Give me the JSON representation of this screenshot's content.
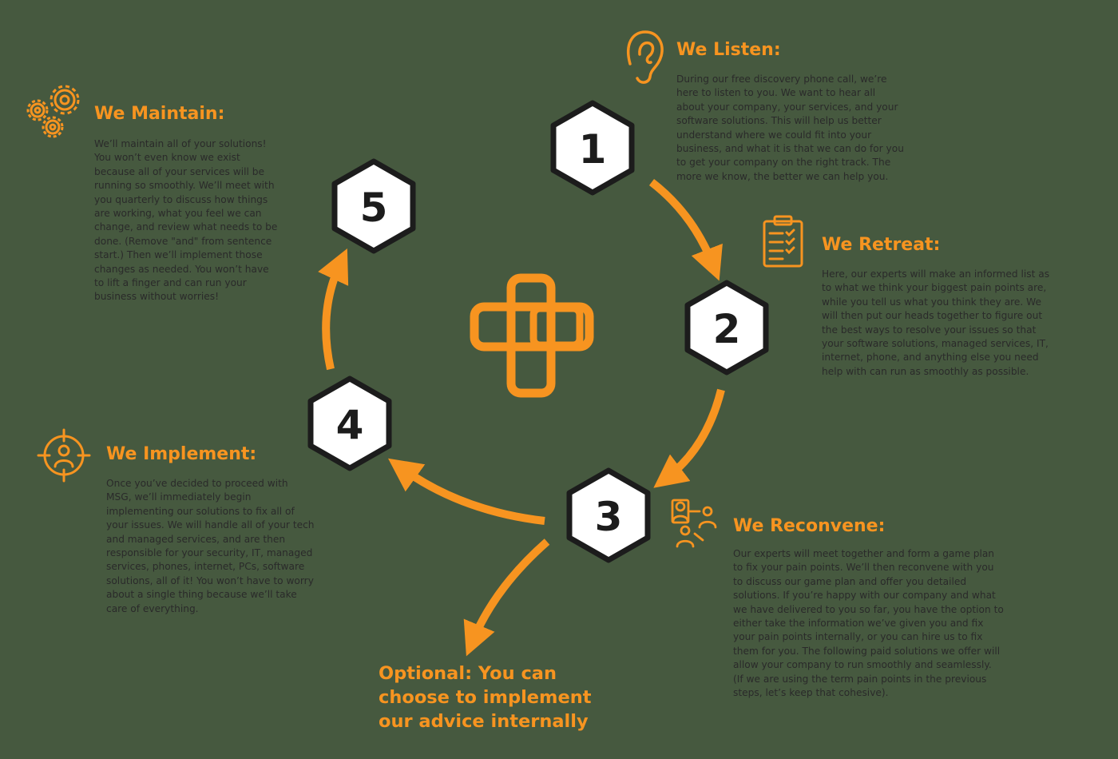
{
  "colors": {
    "accent": "#f79420",
    "background": "#46593f",
    "text": "#2a2a2a",
    "hexagon_fill": "#ffffff",
    "hexagon_stroke": "#1c1c1c"
  },
  "steps": [
    {
      "number": "1",
      "title": "We Listen:",
      "icon": "ear-icon",
      "body": [
        "During our free discovery phone call, we’re",
        "here to listen to you. We want to hear all",
        "about your company, your services, and your",
        "software solutions. This will help us better",
        "understand where we could fit into your",
        "business, and what it is that we can do for you",
        "to get your company on the right track. The",
        "more we know, the better we can help you."
      ]
    },
    {
      "number": "2",
      "title": "We Retreat:",
      "icon": "clipboard-checklist-icon",
      "body": [
        "Here, our experts will make an informed list as",
        "to what we think your biggest pain points are,",
        "while you tell us what you think they are. We",
        "will then put our heads together to figure out",
        "the best ways to resolve your issues so that",
        "your software solutions, managed services, IT,",
        "internet, phone, and anything else you need",
        "help with can run as smoothly as possible."
      ]
    },
    {
      "number": "3",
      "title": "We Reconvene:",
      "icon": "people-group-icon",
      "body": [
        "Our experts will meet together and form a game plan",
        "to fix your pain points. We’ll then reconvene with you",
        "to discuss our game plan and offer you detailed",
        "solutions. If you’re happy with our company and what",
        "we have delivered to you so far, you have the option to",
        "either take the information we’ve given you and fix",
        "your pain points internally, or you can hire us to fix",
        "them for you. The following paid solutions we offer will",
        "allow your company to run smoothly and seamlessly.",
        "(If we are using the term pain points in the previous",
        "steps, let’s keep that cohesive)."
      ]
    },
    {
      "number": "4",
      "title": "We Implement:",
      "icon": "target-person-icon",
      "body": [
        "Once you’ve decided to proceed with",
        "MSG, we’ll immediately begin",
        "implementing our solutions to fix all of",
        "your issues. We will handle all of your tech",
        "and managed services, and are then",
        "responsible for your security, IT, managed",
        "services, phones, internet, PCs, software",
        "solutions, all of it! You won’t have to worry",
        "about a single thing because we’ll take",
        "care of everything."
      ]
    },
    {
      "number": "5",
      "title": "We Maintain:",
      "icon": "gears-icon",
      "body": [
        "We’ll maintain all of your solutions!",
        "You won’t even know we exist",
        "because all of your services will be",
        "running so smoothly. We’ll meet with",
        "you quarterly to discuss how things",
        "are working, what you feel we can",
        "change, and review what needs to be",
        "done. (Remove \"and\" from sentence",
        "start.) Then we’ll implement those",
        "changes as needed. You won’t have",
        "to lift a finger and can run your",
        "business without worries!"
      ]
    }
  ],
  "optional": {
    "lines": [
      "Optional: You can",
      "choose to implement",
      "our advice internally"
    ]
  },
  "center_logo": {
    "icon": "interlocking-logo-icon"
  }
}
